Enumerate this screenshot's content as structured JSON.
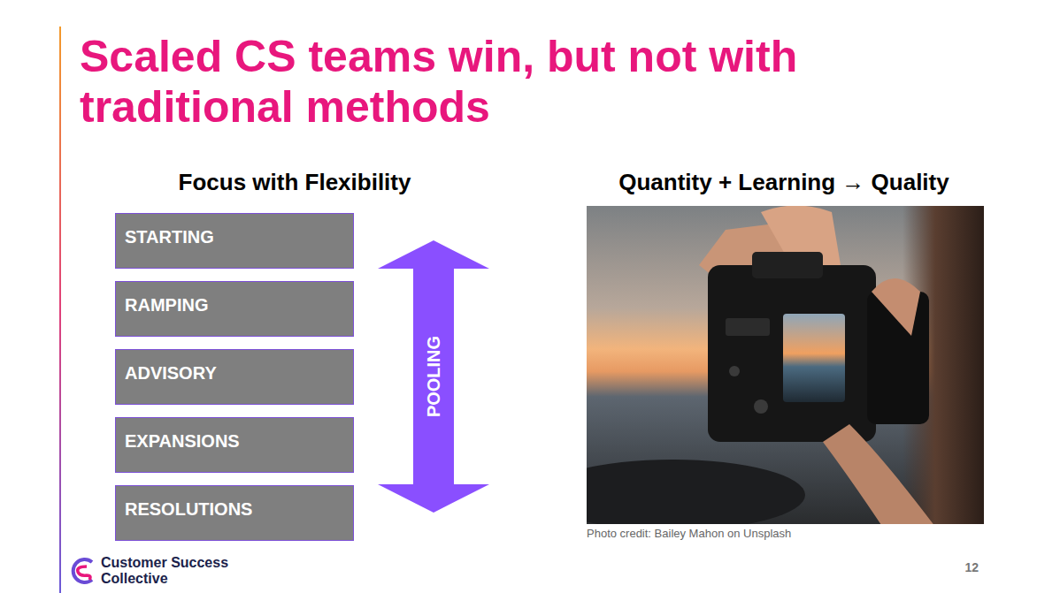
{
  "diagram": {
    "title": "Scaled CS teams win, but not with traditional methods",
    "nodes": [
      {
        "text": [
          "STARTING"
        ]
      },
      {
        "text": [
          "RAMPING"
        ]
      },
      {
        "text": [
          "ADVISORY"
        ]
      },
      {
        "text": [
          "EXPANSIONS"
        ]
      },
      {
        "text": [
          "RESOLUTIONS"
        ]
      },
      {
        "text": [
          "POOLING"
        ]
      }
    ],
    "labels": [
      "Focus with Flexibility",
      "Quantity + Learning → Quality",
      "Photo credit: Bailey Mahon on Unsplash",
      "Customer Success Collective",
      "12"
    ]
  }
}
